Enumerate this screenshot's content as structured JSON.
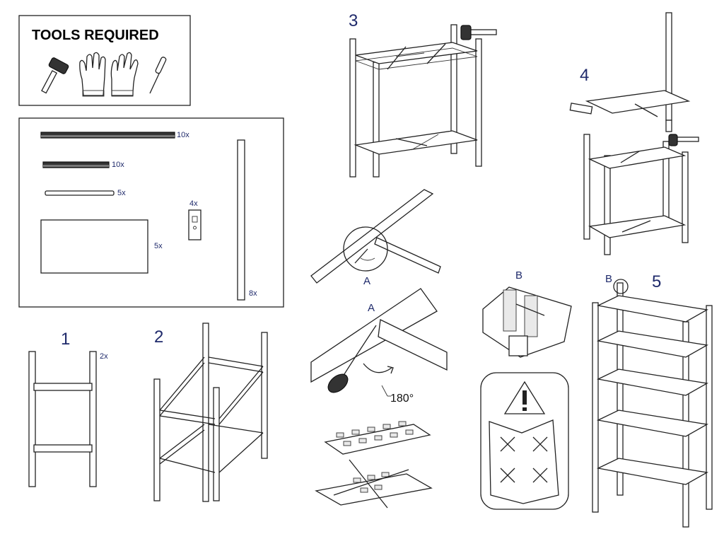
{
  "tools": {
    "title": "TOOLS REQUIRED",
    "icons": [
      "rubber-mallet-icon",
      "work-glove-icon",
      "work-glove-icon",
      "screwdriver-icon"
    ]
  },
  "parts": {
    "long_beam_qty": "10x",
    "short_beam_qty": "10x",
    "support_bar_qty": "5x",
    "shelf_board_qty": "5x",
    "corner_clip_qty": "4x",
    "upright_qty": "8x"
  },
  "steps": {
    "step1": "1",
    "step1_qty": "2x",
    "step2": "2",
    "step3": "3",
    "step4": "4",
    "step5": "5"
  },
  "callouts": {
    "a_top": "A",
    "a_detail": "A",
    "rotation": "180°",
    "b_detail": "B",
    "b_shelf": "B"
  }
}
